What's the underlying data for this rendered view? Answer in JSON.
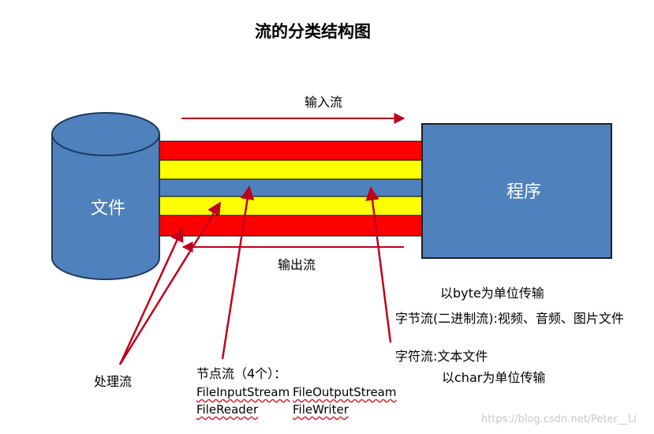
{
  "title": "流的分类结构图",
  "file_label": "文件",
  "program_label": "程序",
  "input_stream_label": "输入流",
  "output_stream_label": "输出流",
  "byte_unit_note": "以byte为单位传输",
  "byte_stream_note": "字节流(二进制流):视频、音频、图片文件",
  "char_stream_note": "字符流:文本文件",
  "char_unit_note": "以char为单位传输",
  "processing_stream_label": "处理流",
  "node_stream": {
    "heading": "节点流（4个）：",
    "items": [
      "FileInputStream",
      "FileOutputStream",
      "FileReader",
      "FileWriter"
    ]
  },
  "watermark": "https://blog.csdn.net/Peter__Li",
  "colors": {
    "shape_blue": "#4f81bd",
    "red_band": "#ff0000",
    "yellow_band": "#ffff00",
    "arrow_red": "#c0001a"
  }
}
